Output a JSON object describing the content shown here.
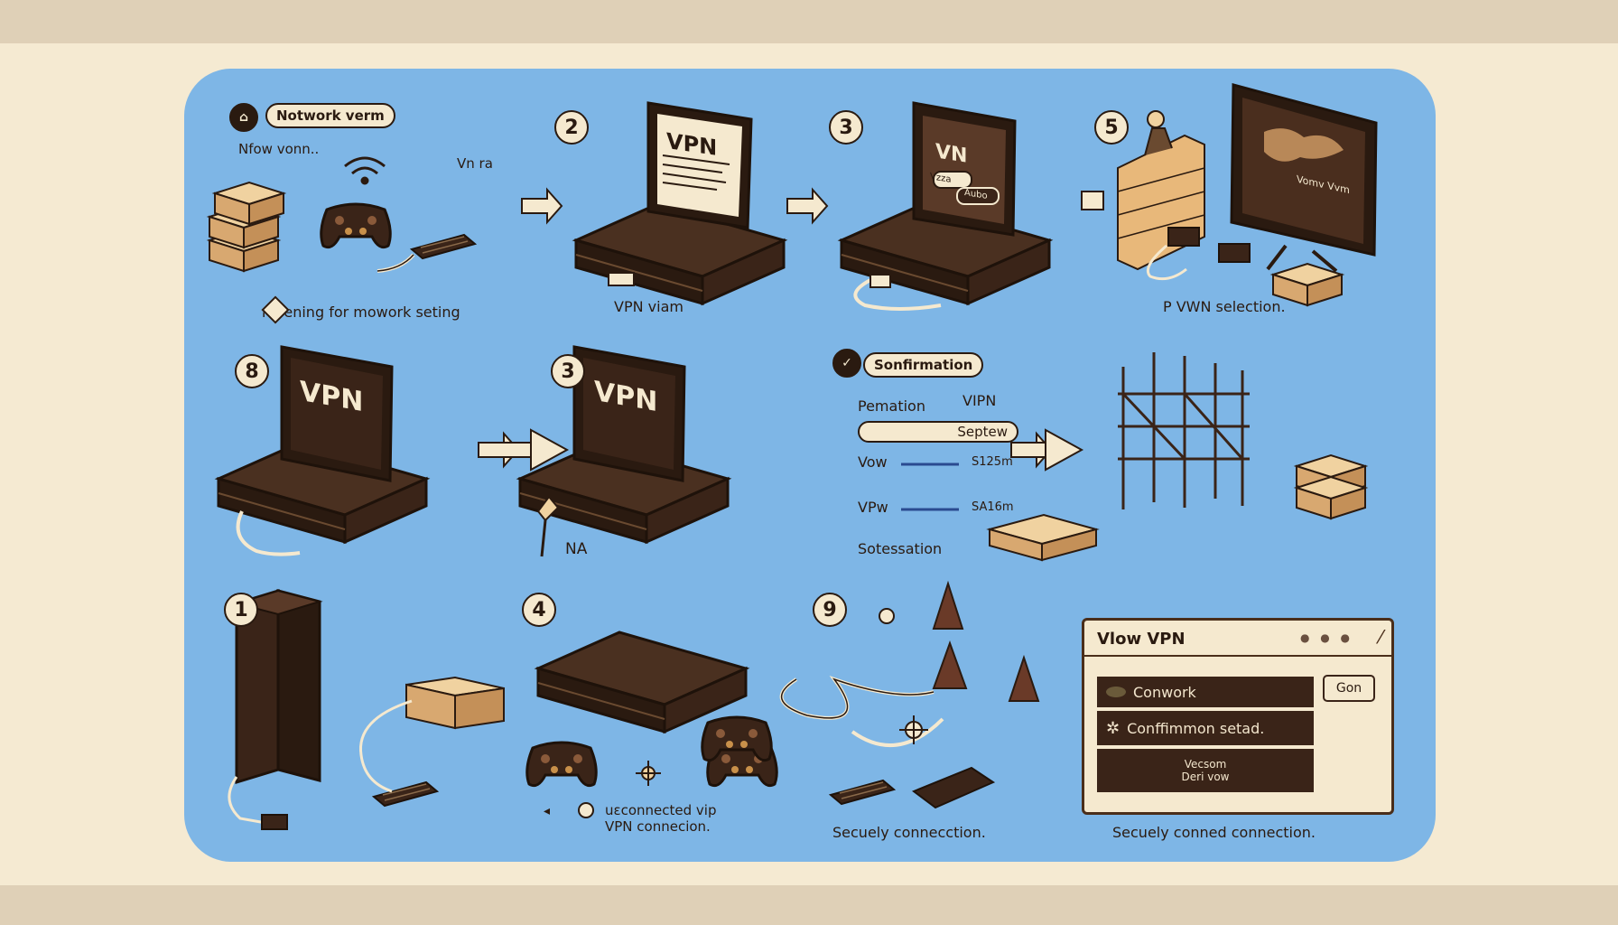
{
  "step_badges": {
    "b1": "2",
    "b2": "3",
    "b3": "5",
    "b4": "8",
    "b5": "3",
    "b6": "1",
    "b7": "4",
    "b8": "9"
  },
  "labels": {
    "network_pill": "Notwork verm",
    "network_sub": "Nfow vonn..",
    "vn_ra": "Vn ra",
    "noiening": "noiening for mowork seting",
    "vpn_viam": "VPN viam",
    "pvwn_selection": "P VWN selection.",
    "screen_vpn_1": "VPN",
    "screen_vpn_2": "VN",
    "screen_vpn_3": "VPN",
    "screen_vpn_4": "VPN",
    "world_text": "Vomv Vvm",
    "na": "NA",
    "unconnected": "uɛconnected vip",
    "vpn_connection": "VPN connecion.",
    "secuely": "Secuely connecction.",
    "secuely_conned": "Secuely conned connection.",
    "btn_label_a": "Vzza",
    "btn_label_b": "Aubo"
  },
  "confirmation": {
    "pill": "Sonfirmation",
    "permation": "Pemation",
    "vipn": "VIPN",
    "input": "Septew",
    "row1_label": "Vow",
    "row1_value": "S125m",
    "row2_label": "VPw",
    "row2_value": "SA16m",
    "footer": "Sotessation"
  },
  "dialog": {
    "title": "Vlow VPN",
    "item1": "Conwork",
    "item2": "Conffimmon setad.",
    "item3_line1": "Vecsom",
    "item3_line2": "Deri vow",
    "button": "Gon"
  },
  "colors": {
    "background": "#f5ead2",
    "panel": "#7eb6e6",
    "device": "#3a2418",
    "cream": "#f5e9cf"
  }
}
